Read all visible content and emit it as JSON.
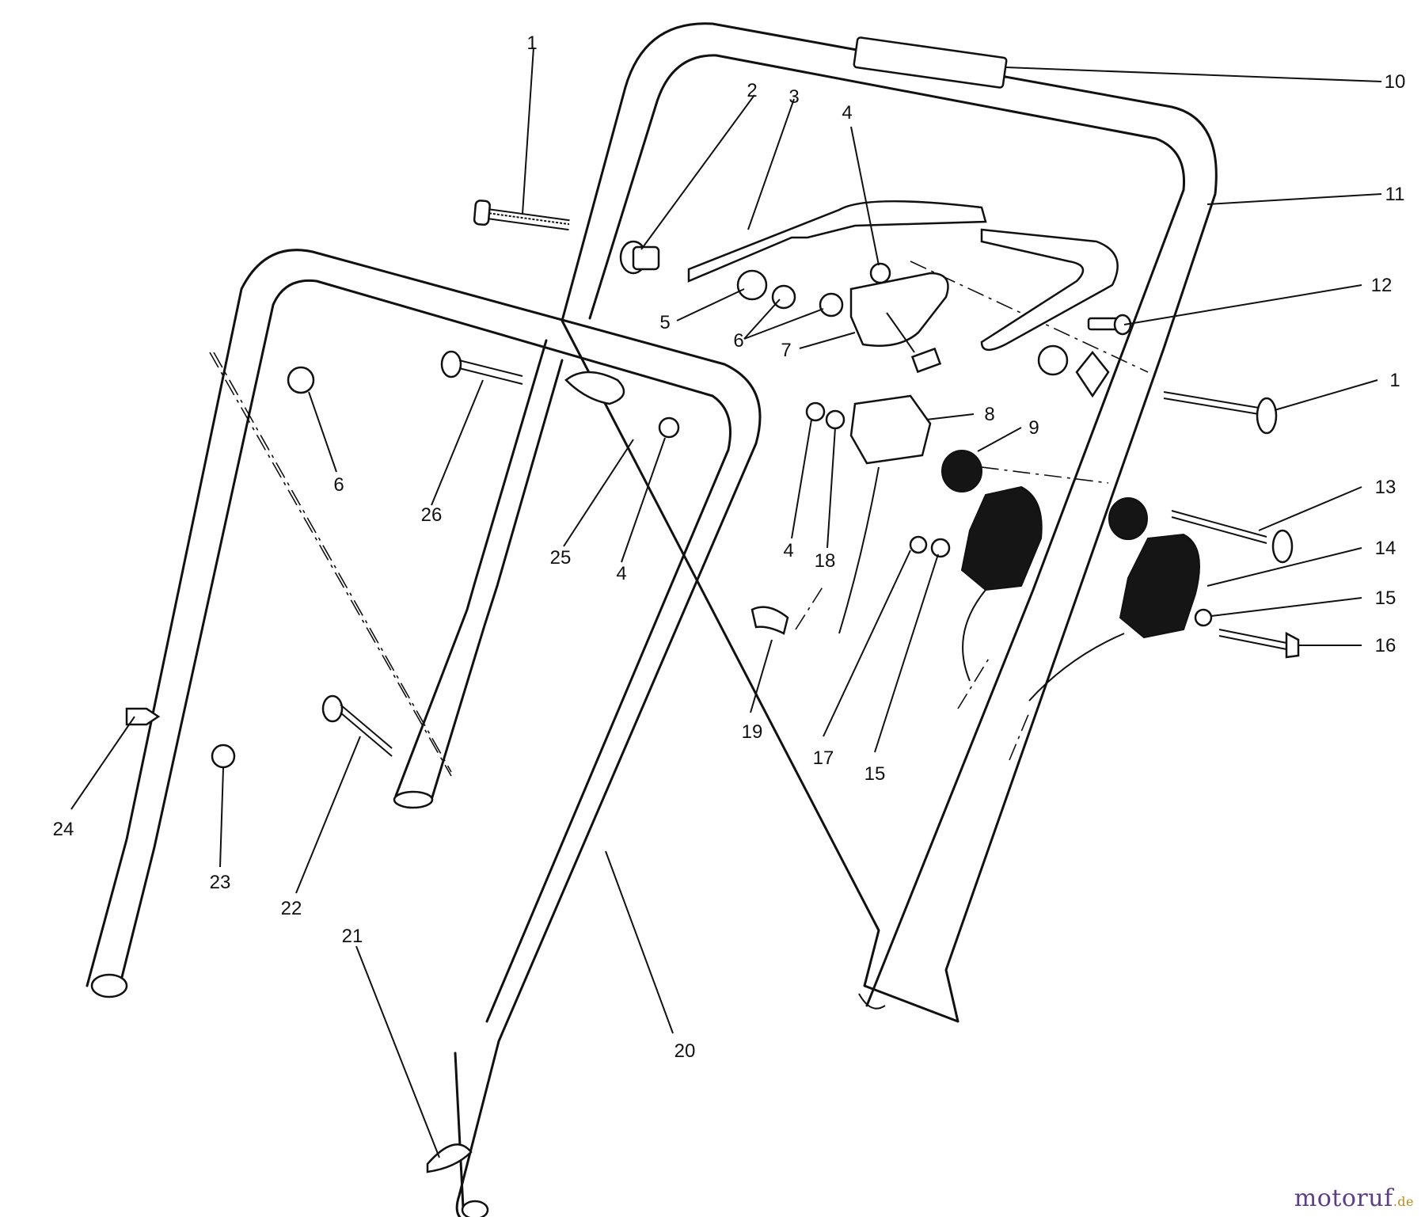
{
  "callouts": [
    {
      "id": "c1a",
      "text": "1"
    },
    {
      "id": "c2",
      "text": "2"
    },
    {
      "id": "c3",
      "text": "3"
    },
    {
      "id": "c4a",
      "text": "4"
    },
    {
      "id": "c10",
      "text": "10"
    },
    {
      "id": "c11",
      "text": "11"
    },
    {
      "id": "c12",
      "text": "12"
    },
    {
      "id": "c1b",
      "text": "1"
    },
    {
      "id": "c5",
      "text": "5"
    },
    {
      "id": "c6a",
      "text": "6"
    },
    {
      "id": "c7",
      "text": "7"
    },
    {
      "id": "c8",
      "text": "8"
    },
    {
      "id": "c9",
      "text": "9"
    },
    {
      "id": "c13",
      "text": "13"
    },
    {
      "id": "c14",
      "text": "14"
    },
    {
      "id": "c15a",
      "text": "15"
    },
    {
      "id": "c16",
      "text": "16"
    },
    {
      "id": "c6b",
      "text": "6"
    },
    {
      "id": "c26",
      "text": "26"
    },
    {
      "id": "c25",
      "text": "25"
    },
    {
      "id": "c4b",
      "text": "4"
    },
    {
      "id": "c4c",
      "text": "4"
    },
    {
      "id": "c18",
      "text": "18"
    },
    {
      "id": "c17",
      "text": "17"
    },
    {
      "id": "c15b",
      "text": "15"
    },
    {
      "id": "c19",
      "text": "19"
    },
    {
      "id": "c24",
      "text": "24"
    },
    {
      "id": "c23",
      "text": "23"
    },
    {
      "id": "c22",
      "text": "22"
    },
    {
      "id": "c20",
      "text": "20"
    },
    {
      "id": "c21",
      "text": "21"
    }
  ],
  "watermark": {
    "brand": "motoruf",
    "suffix": ".de"
  },
  "colors": {
    "line": "#111111",
    "watermark": "#5a3e8c",
    "watermark_accent": "#c08a1a"
  }
}
